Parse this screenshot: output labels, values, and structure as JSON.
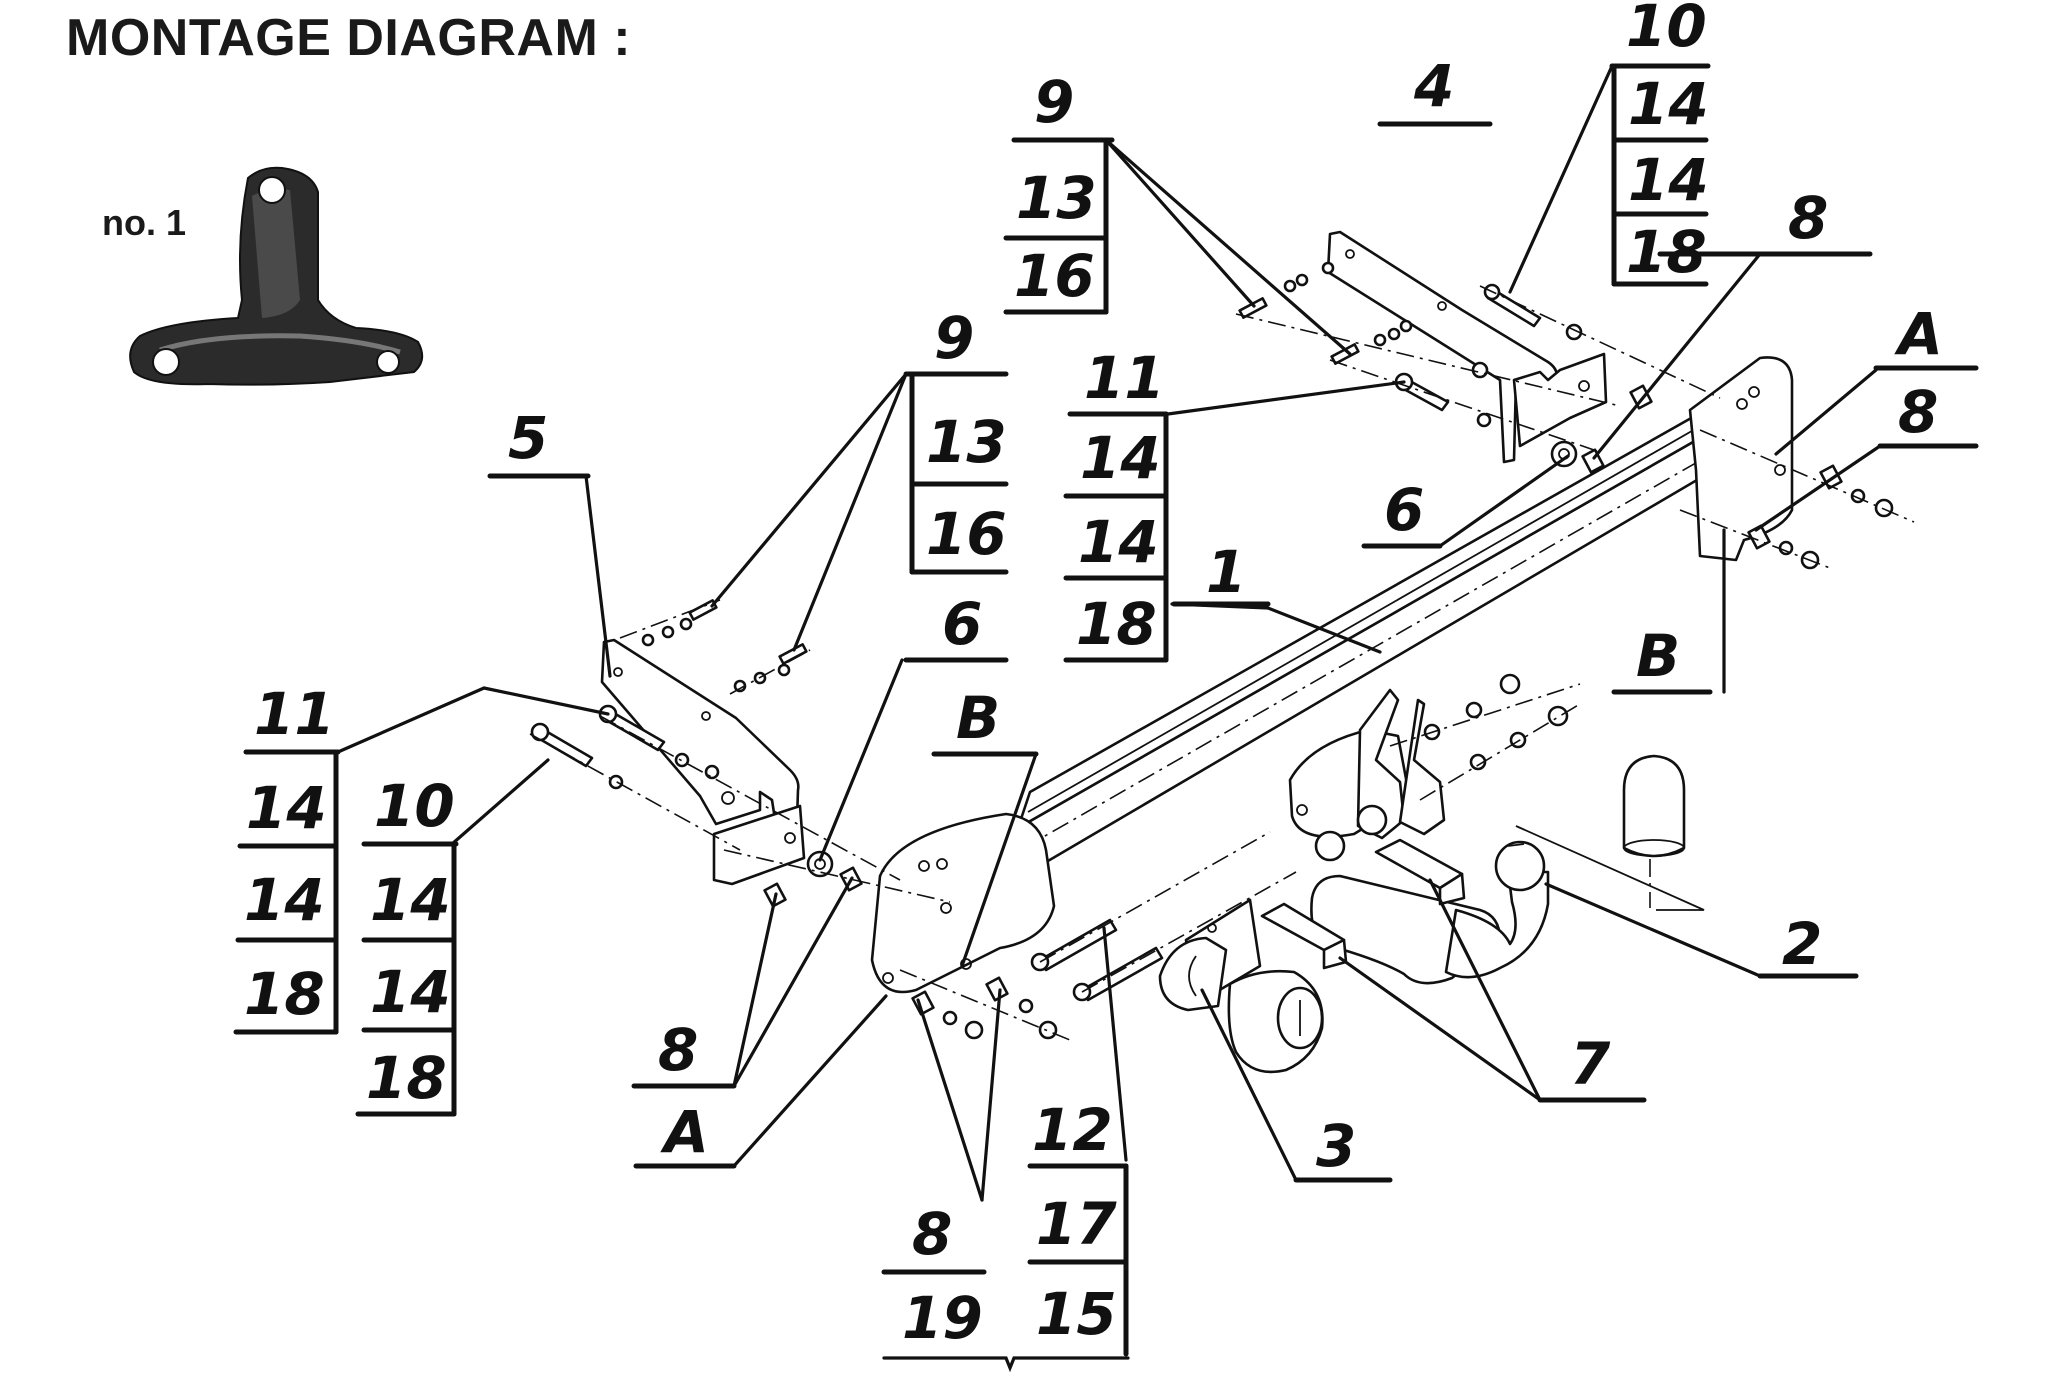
{
  "title": "MONTAGE DIAGRAM :",
  "photo_label": "no. 1",
  "colors": {
    "ink": "#111111",
    "paper": "#ffffff",
    "bracket_dark": "#2b2b2b"
  },
  "callouts": {
    "top_left_stack": [
      "9",
      "13",
      "16"
    ],
    "top_mid_stack": [
      "11",
      "14",
      "14",
      "18"
    ],
    "top_right_stack": [
      "10",
      "14",
      "14",
      "18"
    ],
    "left_mid_stack": [
      "9",
      "13",
      "16"
    ],
    "far_left_a": [
      "11",
      "14",
      "14",
      "18"
    ],
    "far_left_b": [
      "10",
      "14",
      "14",
      "18"
    ],
    "bottom_stack": [
      "12",
      "17",
      "15"
    ],
    "bottom_pair": [
      "8",
      "19"
    ],
    "part_4": "4",
    "part_5": "5",
    "part_1": "1",
    "part_2": "2",
    "part_3": "3",
    "part_6_top": "6",
    "part_6_left": "6",
    "part_7": "7",
    "part_8_top": "8",
    "part_8_right": "8",
    "part_8_left": "8",
    "ref_a_right": "A",
    "ref_a_left": "A",
    "ref_b_right": "B",
    "ref_b_left": "B"
  }
}
